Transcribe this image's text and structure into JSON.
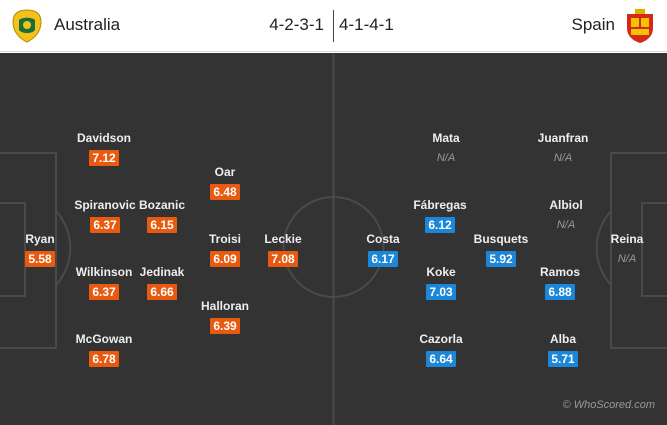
{
  "header": {
    "home_team": "Australia",
    "home_formation": "4-2-3-1",
    "away_formation": "4-1-4-1",
    "away_team": "Spain"
  },
  "colors": {
    "home_rating": "#e85a0f",
    "away_rating": "#1a87d8",
    "pitch": "#333333",
    "lines": "#4a4a4a"
  },
  "home_players": [
    {
      "name": "Ryan",
      "rating": "5.58"
    },
    {
      "name": "Davidson",
      "rating": "7.12"
    },
    {
      "name": "Spiranovic",
      "rating": "6.37"
    },
    {
      "name": "Wilkinson",
      "rating": "6.37"
    },
    {
      "name": "McGowan",
      "rating": "6.78"
    },
    {
      "name": "Bozanic",
      "rating": "6.15"
    },
    {
      "name": "Jedinak",
      "rating": "6.66"
    },
    {
      "name": "Oar",
      "rating": "6.48"
    },
    {
      "name": "Troisi",
      "rating": "6.09"
    },
    {
      "name": "Halloran",
      "rating": "6.39"
    },
    {
      "name": "Leckie",
      "rating": "7.08"
    }
  ],
  "away_players": [
    {
      "name": "Costa",
      "rating": "6.17"
    },
    {
      "name": "Mata",
      "rating": "N/A"
    },
    {
      "name": "Fábregas",
      "rating": "6.12"
    },
    {
      "name": "Koke",
      "rating": "7.03"
    },
    {
      "name": "Cazorla",
      "rating": "6.64"
    },
    {
      "name": "Busquets",
      "rating": "5.92"
    },
    {
      "name": "Juanfran",
      "rating": "N/A"
    },
    {
      "name": "Albiol",
      "rating": "N/A"
    },
    {
      "name": "Ramos",
      "rating": "6.88"
    },
    {
      "name": "Alba",
      "rating": "5.71"
    },
    {
      "name": "Reina",
      "rating": "N/A"
    }
  ],
  "watermark": "© WhoScored.com"
}
